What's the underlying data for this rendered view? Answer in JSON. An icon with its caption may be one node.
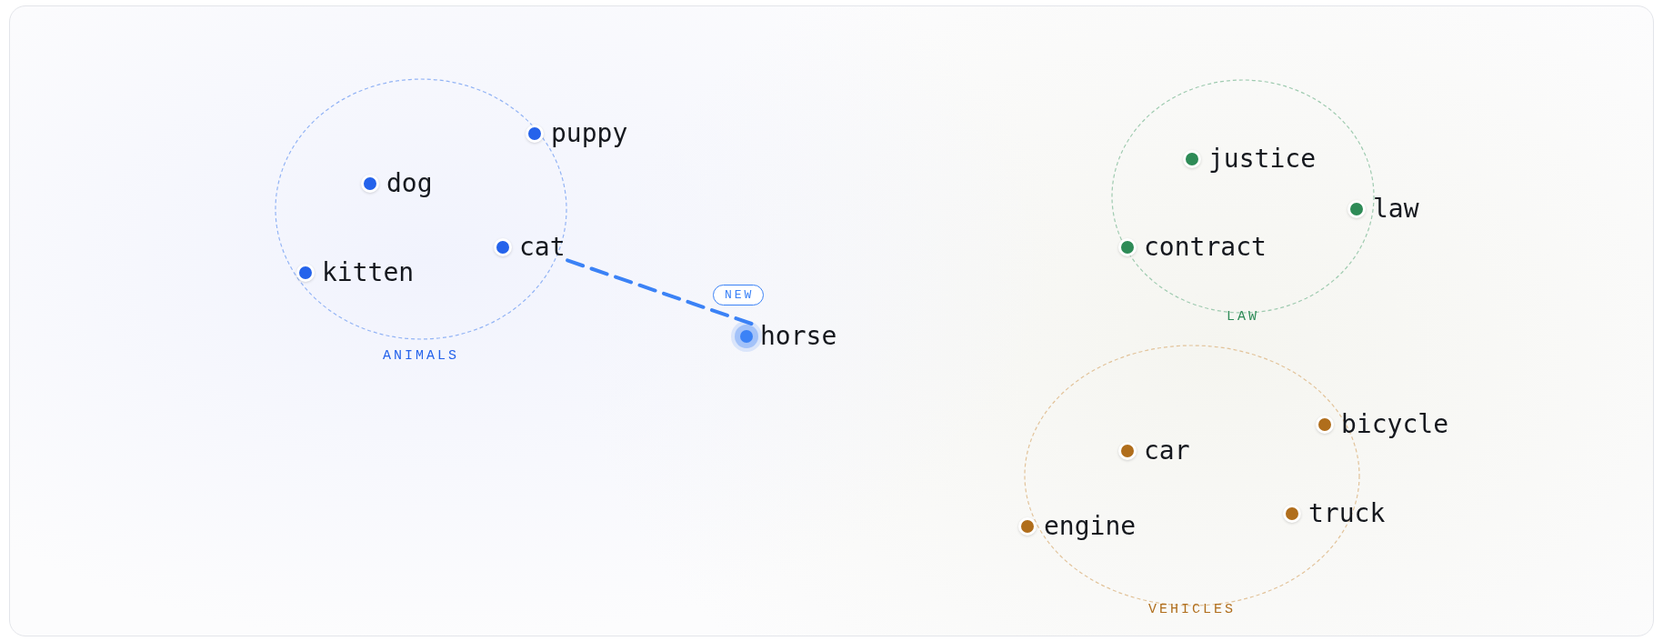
{
  "diagram": {
    "nodes": [
      {
        "text": [
          "ANIMALS"
        ]
      },
      {
        "text": [
          "puppy"
        ],
        "in": 0
      },
      {
        "text": [
          "dog"
        ],
        "in": 0
      },
      {
        "text": [
          "cat"
        ],
        "in": 0
      },
      {
        "text": [
          "kitten"
        ],
        "in": 0
      },
      {
        "text": [
          "horse"
        ],
        "beside": [
          "NEW"
        ]
      },
      {
        "text": [
          "LAW"
        ]
      },
      {
        "text": [
          "justice"
        ],
        "in": 6
      },
      {
        "text": [
          "law"
        ],
        "in": 6
      },
      {
        "text": [
          "contract"
        ],
        "in": 6
      },
      {
        "text": [
          "VEHICLES"
        ]
      },
      {
        "text": [
          "bicycle"
        ],
        "in": 10
      },
      {
        "text": [
          "car"
        ],
        "in": 10
      },
      {
        "text": [
          "truck"
        ],
        "in": 10
      },
      {
        "text": [
          "engine"
        ],
        "in": 10
      }
    ],
    "edges": [
      {
        "from": 5,
        "to": 3,
        "arrow": "none",
        "style": "dashed"
      }
    ]
  }
}
